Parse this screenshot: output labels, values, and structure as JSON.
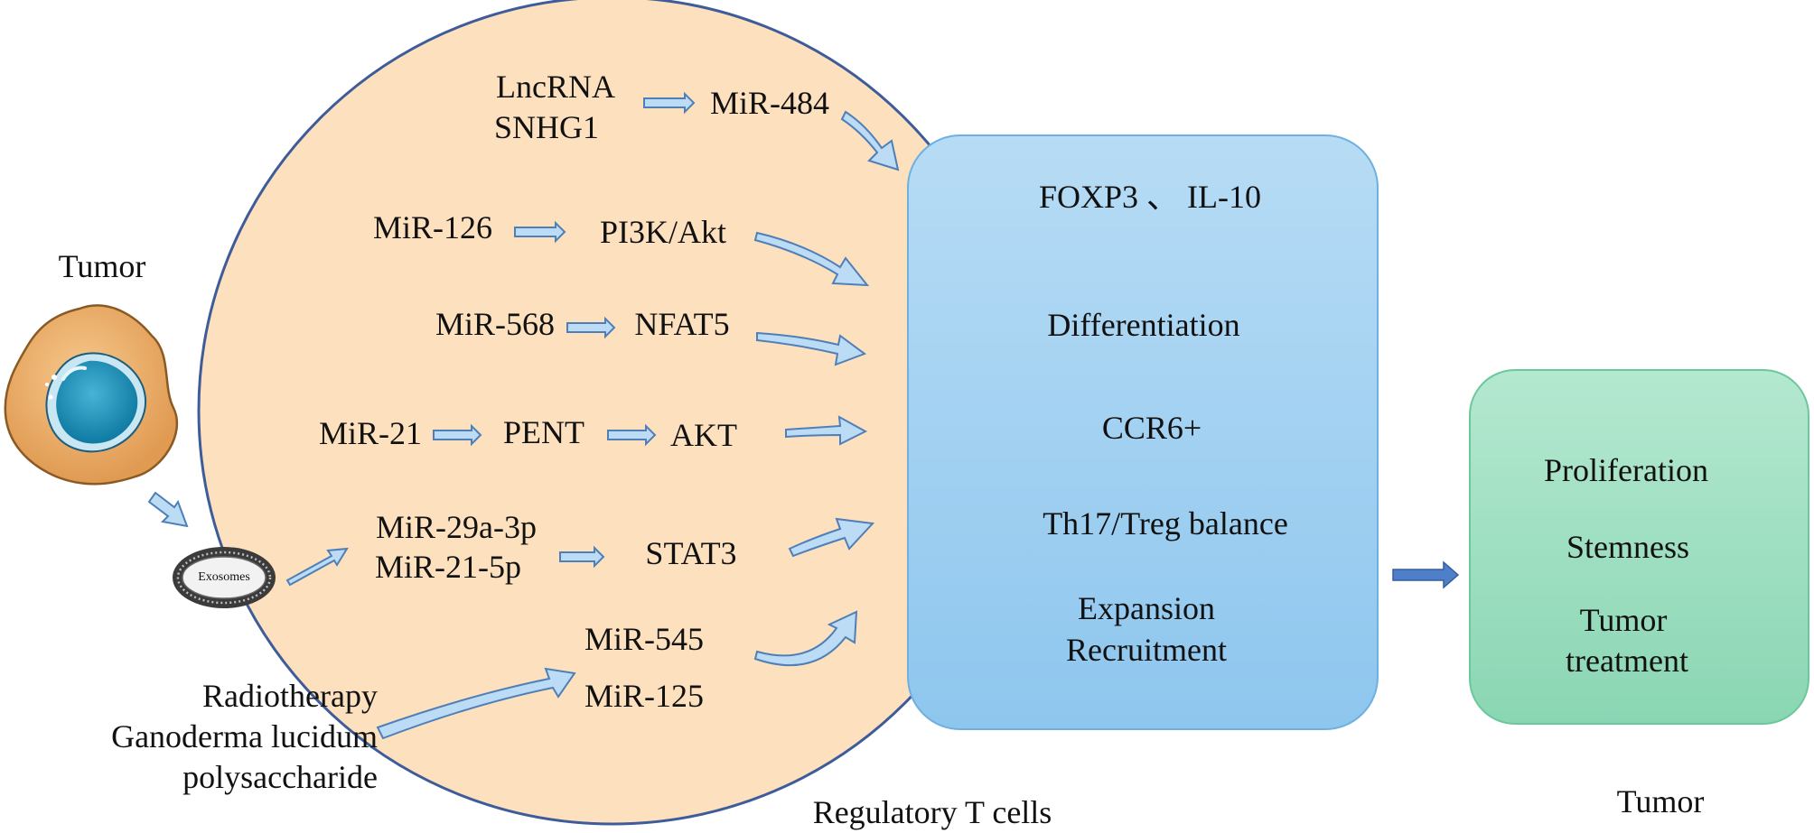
{
  "tumor_cell": {
    "label": "Tumor"
  },
  "exosome": {
    "label": "Exosomes"
  },
  "treg_circle": {
    "caption": "Regulatory T cells",
    "pathways": {
      "lncrna": {
        "line1": "LncRNA",
        "line2": "SNHG1",
        "target": "MiR-484"
      },
      "mir126": {
        "source": "MiR-126",
        "target": "PI3K/Akt"
      },
      "mir568": {
        "source": "MiR-568",
        "target": "NFAT5"
      },
      "mir21": {
        "source": "MiR-21",
        "mid": "PENT",
        "target": "AKT"
      },
      "mir29": {
        "line1": "MiR-29a-3p",
        "line2": "MiR-21-5p",
        "target": "STAT3"
      },
      "mir545": {
        "line1": "MiR-545",
        "line2": "MiR-125"
      }
    }
  },
  "treatments": {
    "line1": "Radiotherapy",
    "line2": "Ganoderma lucidum",
    "line3": "polysaccharide"
  },
  "treg_effects": {
    "items": [
      "FOXP3 、 IL-10",
      "Differentiation",
      "CCR6+",
      "Th17/Treg balance",
      "Expansion",
      "Recruitment"
    ]
  },
  "tumor_effects": {
    "caption": "Tumor",
    "items": [
      "Proliferation",
      "Stemness",
      "Tumor",
      "treatment"
    ]
  },
  "colors": {
    "circle_fill": "#fde1bf",
    "circle_stroke": "#3e5c9a",
    "blue_box": "#a3d0f0",
    "green_box": "#a3e0c4",
    "arrow_fill": "#bcdcf5",
    "arrow_stroke": "#4e7fb8",
    "big_arrow": "#4f7fc8"
  }
}
